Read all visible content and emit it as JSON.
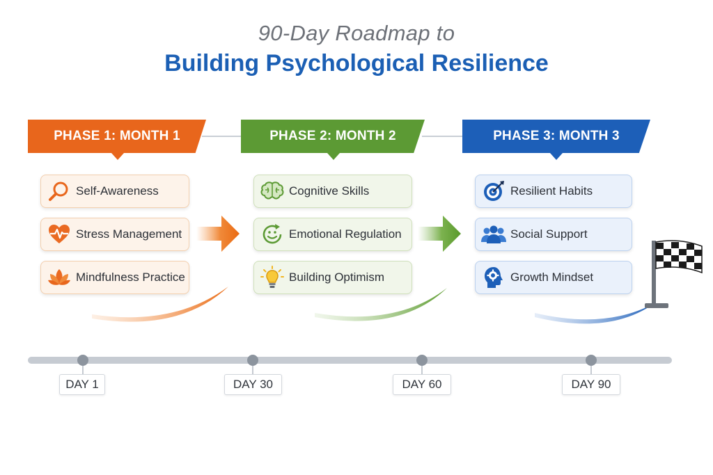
{
  "title": {
    "top": "90-Day Roadmap to",
    "main": "Building Psychological Resilience"
  },
  "colors": {
    "phase1": "#e8661c",
    "phase2": "#5c9a34",
    "phase3": "#1d5fb8",
    "timeline": "#c6cbd2",
    "timeline_dot": "#8c949e"
  },
  "phases": [
    {
      "label": "PHASE 1: MONTH 1",
      "items": [
        {
          "label": "Self-Awareness",
          "icon": "magnifier-icon"
        },
        {
          "label": "Stress Management",
          "icon": "heartbeat-icon"
        },
        {
          "label": "Mindfulness Practice",
          "icon": "lotus-icon"
        }
      ]
    },
    {
      "label": "PHASE 2: MONTH 2",
      "items": [
        {
          "label": "Cognitive Skills",
          "icon": "brain-icon"
        },
        {
          "label": "Emotional Regulation",
          "icon": "smiley-refresh-icon"
        },
        {
          "label": "Building Optimism",
          "icon": "lightbulb-icon"
        }
      ]
    },
    {
      "label": "PHASE 3: MONTH 3",
      "items": [
        {
          "label": "Resilient Habits",
          "icon": "target-icon"
        },
        {
          "label": "Social Support",
          "icon": "people-icon"
        },
        {
          "label": "Growth Mindset",
          "icon": "head-gear-icon"
        }
      ]
    }
  ],
  "timeline": {
    "days": [
      "DAY 1",
      "DAY 30",
      "DAY 60",
      "DAY 90"
    ]
  },
  "finish_icon": "checkered-flag-icon"
}
